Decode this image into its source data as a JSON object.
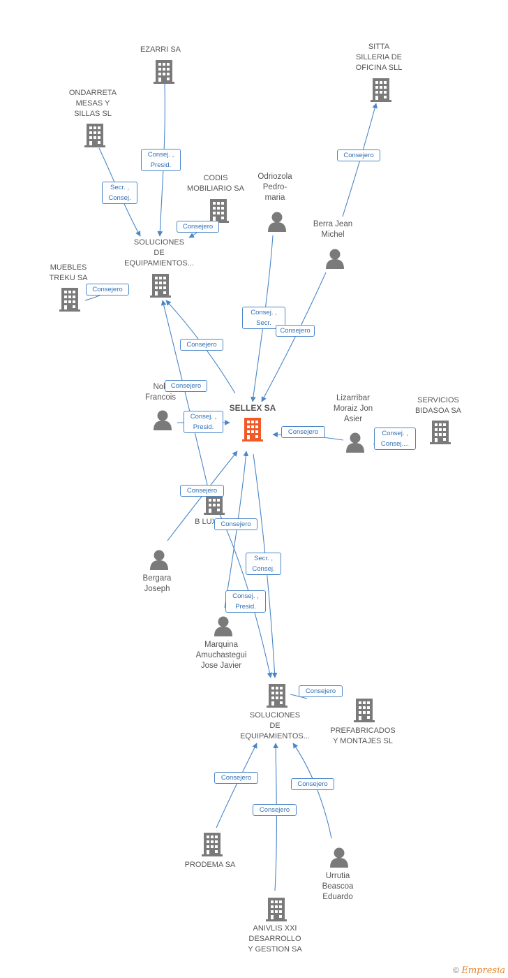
{
  "colors": {
    "edge": "#4a86c8",
    "node": "#7a7a7a",
    "center": "#f05a28"
  },
  "nodes": [
    {
      "id": "ezarri",
      "kind": "company",
      "label": "EZARRI SA"
    },
    {
      "id": "sitta",
      "kind": "company",
      "label": "SITTA\nSILLERIA DE\nOFICINA SLL"
    },
    {
      "id": "ondarreta",
      "kind": "company",
      "label": "ONDARRETA\nMESAS Y\nSILLAS SL"
    },
    {
      "id": "codis",
      "kind": "company",
      "label": "CODIS\nMOBILIARIO SA"
    },
    {
      "id": "odriozola",
      "kind": "person",
      "label": "Odriozola\nPedro-\nmaria"
    },
    {
      "id": "berra",
      "kind": "person",
      "label": "Berra Jean\nMichel"
    },
    {
      "id": "soluciones1",
      "kind": "company",
      "label": "SOLUCIONES\nDE\nEQUIPAMIENTOS..."
    },
    {
      "id": "muebles",
      "kind": "company",
      "label": "MUEBLES\nTREKU SA"
    },
    {
      "id": "noblet",
      "kind": "person",
      "label": "Nob\nFrancois"
    },
    {
      "id": "sellex",
      "kind": "center",
      "label": "SELLEX SA"
    },
    {
      "id": "lizarribar",
      "kind": "person",
      "label": "Lizarribar\nMoraiz Jon\nAsier"
    },
    {
      "id": "servicios",
      "kind": "company",
      "label": "SERVICIOS\nBIDASOA SA"
    },
    {
      "id": "blux",
      "kind": "company",
      "label": "B LUX"
    },
    {
      "id": "bergara",
      "kind": "person",
      "label": "Bergara\nJoseph"
    },
    {
      "id": "marquina",
      "kind": "person",
      "label": "Marquina\nAmuchastegui\nJose Javier"
    },
    {
      "id": "soluciones2",
      "kind": "company",
      "label": "SOLUCIONES\nDE\nEQUIPAMIENTOS..."
    },
    {
      "id": "prefabricados",
      "kind": "company",
      "label": "PREFABRICADOS\nY MONTAJES SL"
    },
    {
      "id": "prodema",
      "kind": "company",
      "label": "PRODEMA SA"
    },
    {
      "id": "urrutia",
      "kind": "person",
      "label": "Urrutia\nBeascoa\nEduardo"
    },
    {
      "id": "anivlis",
      "kind": "company",
      "label": "ANIVLIS XXI\nDESARROLLO\nY GESTION SA"
    }
  ],
  "edges": [
    {
      "id": "e1",
      "label": "Consej. ,\nPresid."
    },
    {
      "id": "e2",
      "label": "Secr. ,\nConsej."
    },
    {
      "id": "e3",
      "label": "Consejero"
    },
    {
      "id": "e4",
      "label": "Consejero"
    },
    {
      "id": "e5",
      "label": "Consejero"
    },
    {
      "id": "e6",
      "label": "Consejero"
    },
    {
      "id": "e7",
      "label": "Consej. ,\nSecr."
    },
    {
      "id": "e8",
      "label": "Consejero"
    },
    {
      "id": "e9",
      "label": "Consejero"
    },
    {
      "id": "e10",
      "label": "Consej. ,\nPresid."
    },
    {
      "id": "e11",
      "label": "Consejero"
    },
    {
      "id": "e12",
      "label": "Consej. ,\nConsej...."
    },
    {
      "id": "e13",
      "label": "Consejero"
    },
    {
      "id": "e14",
      "label": "Consejero"
    },
    {
      "id": "e15",
      "label": "Secr. ,\nConsej."
    },
    {
      "id": "e16",
      "label": "Consej. ,\nPresid."
    },
    {
      "id": "e17",
      "label": "Consejero"
    },
    {
      "id": "e18",
      "label": "Consejero"
    },
    {
      "id": "e19",
      "label": "Consejero"
    },
    {
      "id": "e20",
      "label": "Consejero"
    }
  ],
  "footer": {
    "copyright": "©",
    "brand": "Empresia"
  }
}
